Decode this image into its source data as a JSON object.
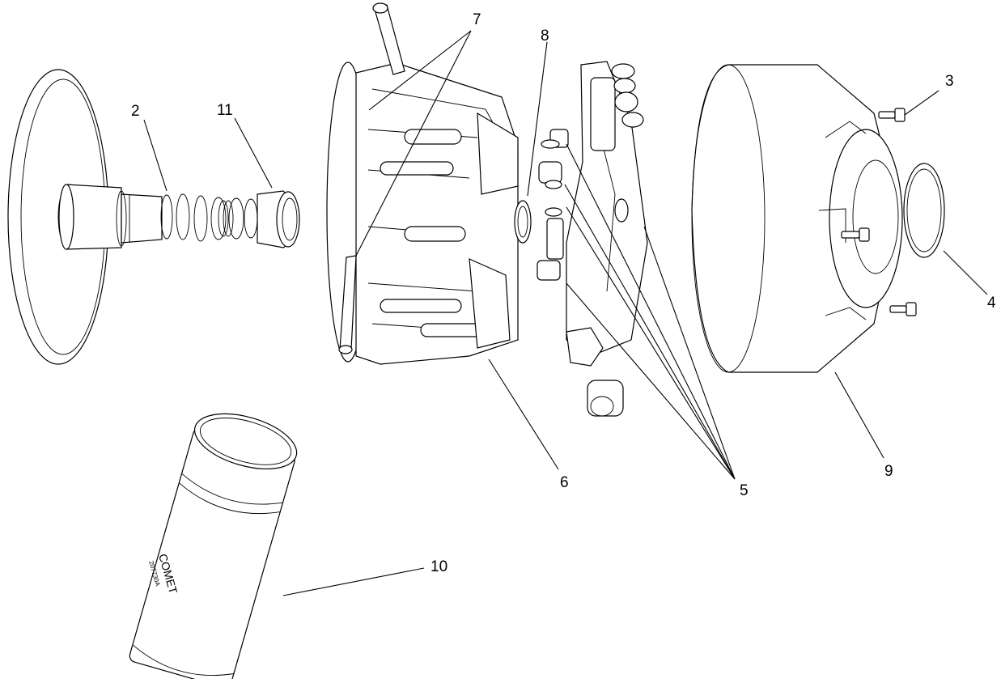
{
  "callouts": [
    {
      "id": "2",
      "label": "2"
    },
    {
      "id": "3",
      "label": "3"
    },
    {
      "id": "4",
      "label": "4"
    },
    {
      "id": "5",
      "label": "5"
    },
    {
      "id": "6",
      "label": "6"
    },
    {
      "id": "7",
      "label": "7"
    },
    {
      "id": "8",
      "label": "8"
    },
    {
      "id": "9",
      "label": "9"
    },
    {
      "id": "10",
      "label": "10"
    },
    {
      "id": "11",
      "label": "11"
    }
  ],
  "cover_can": {
    "brand": "COMET",
    "code": "207730A"
  }
}
